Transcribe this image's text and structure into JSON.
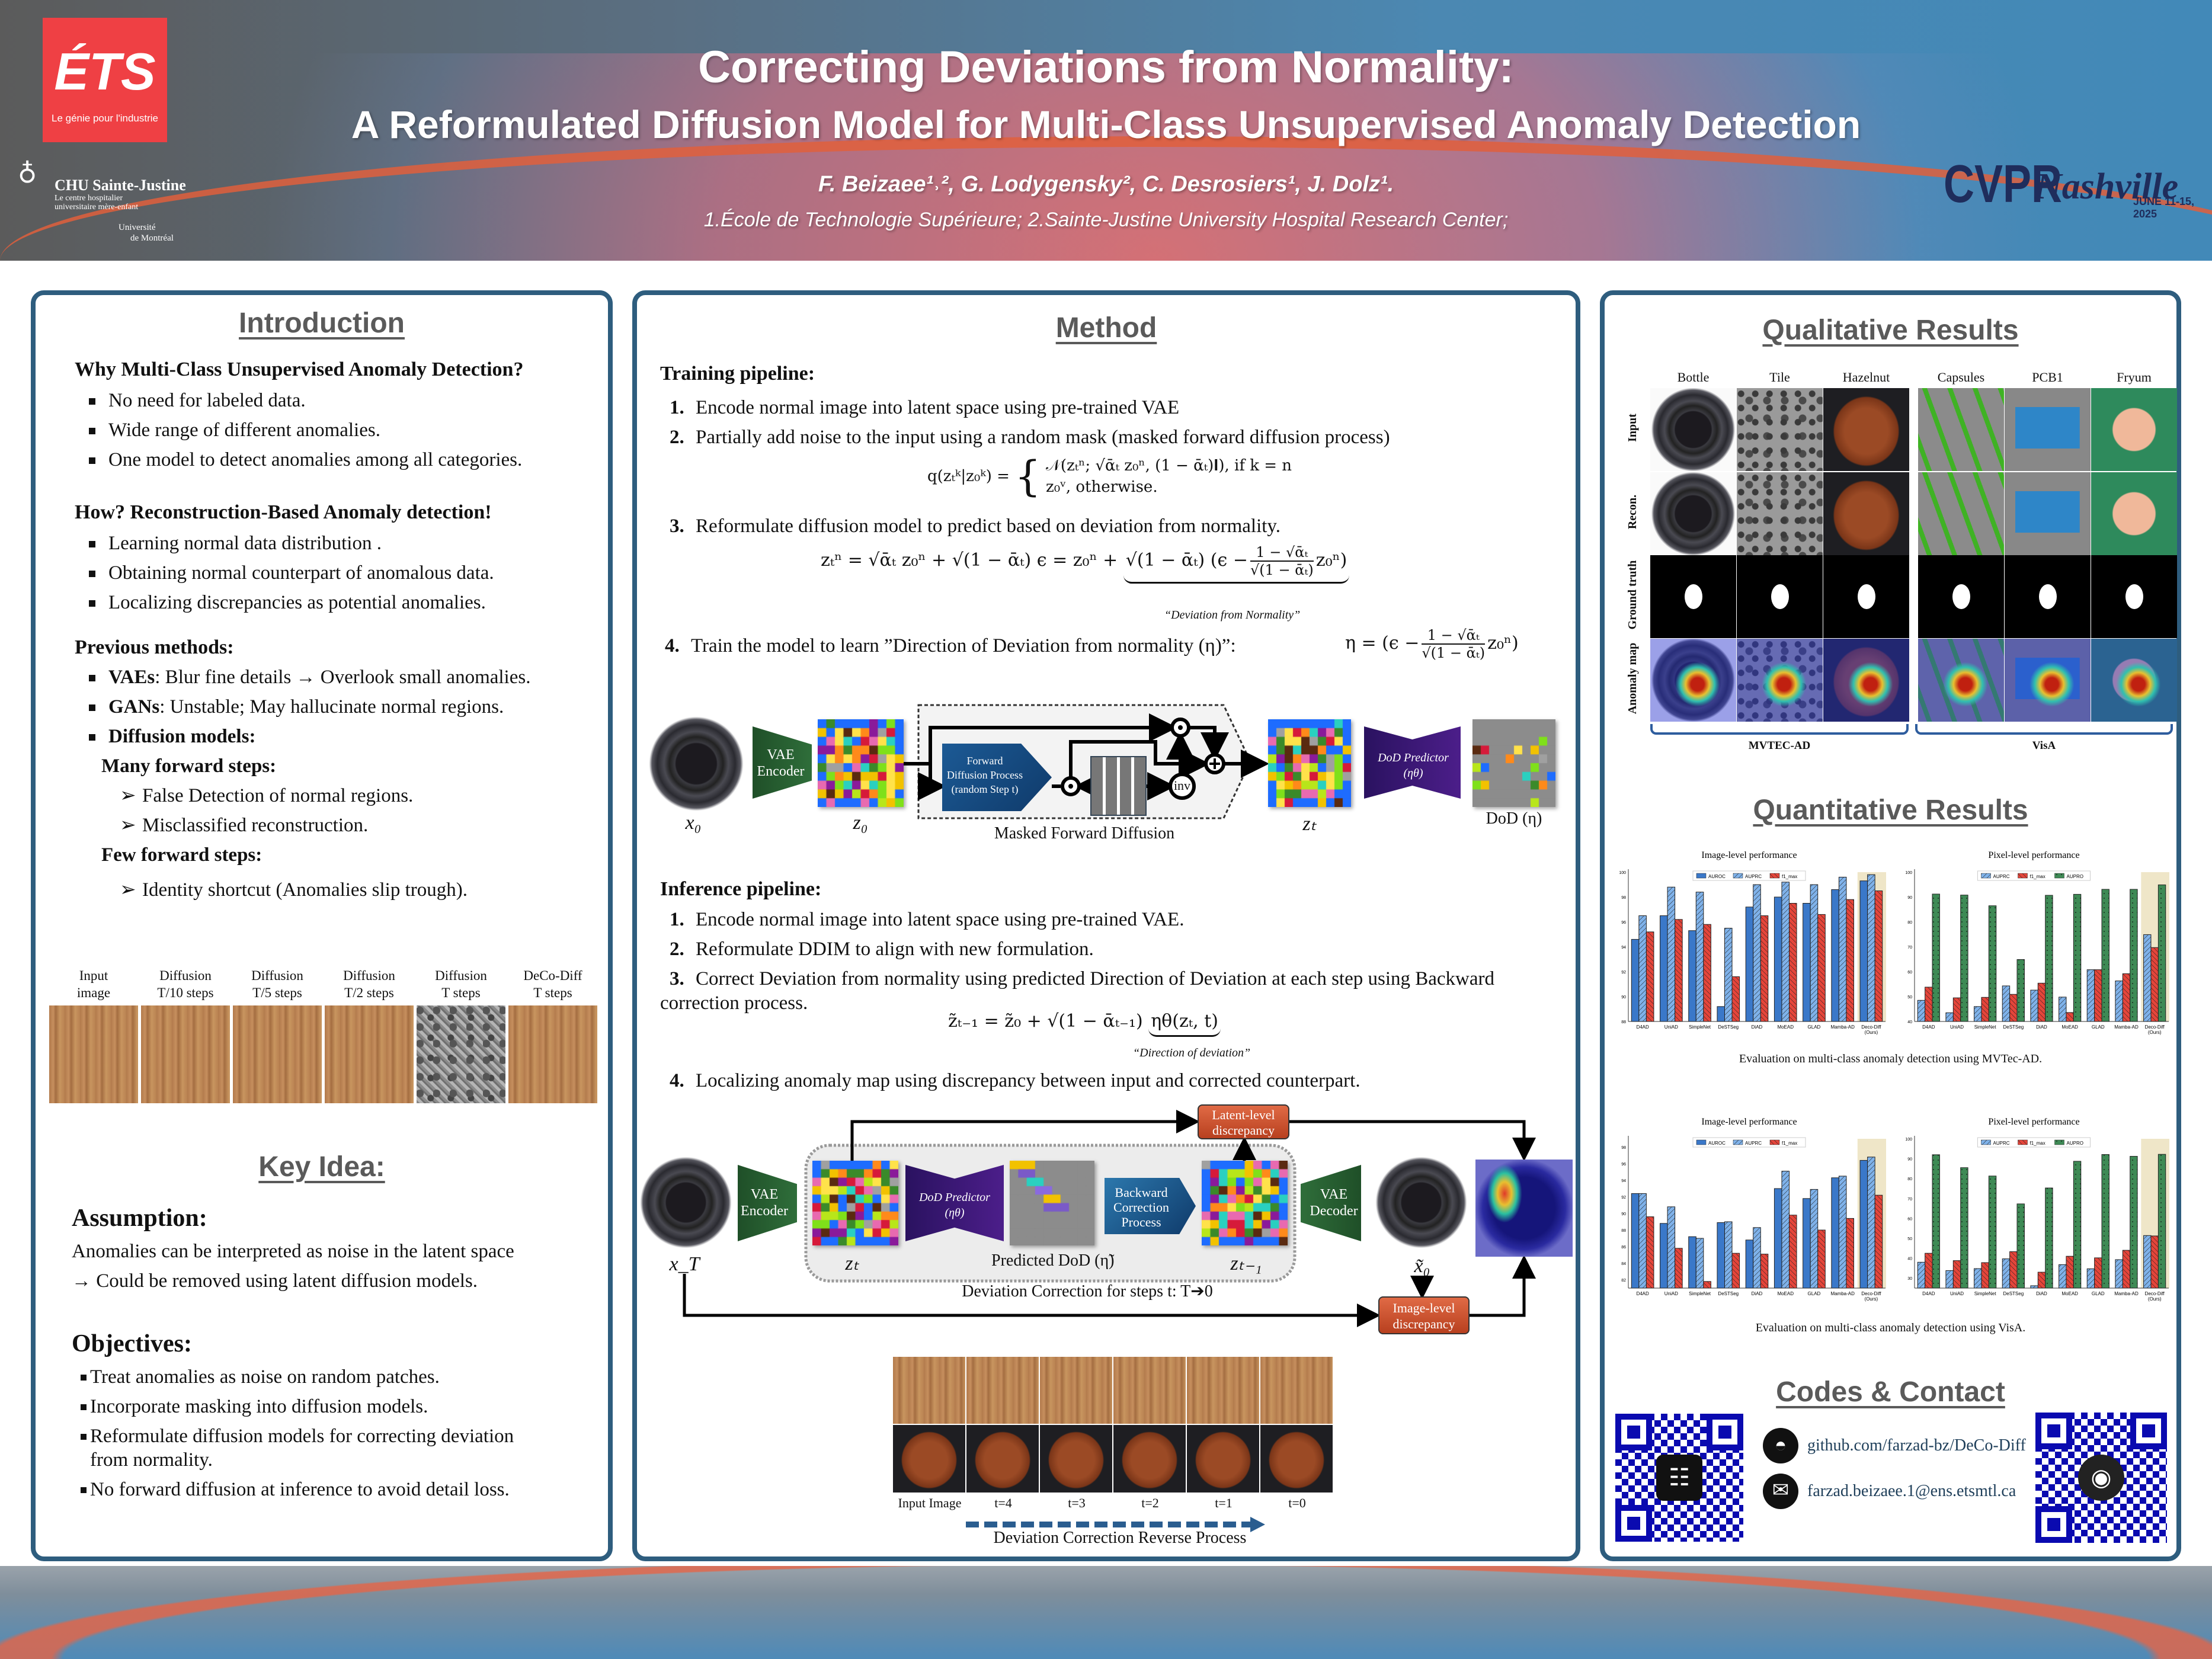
{
  "header": {
    "title_line1": "Correcting Deviations from Normality:",
    "title_line2": "A Reformulated Diffusion Model for Multi-Class Unsupervised Anomaly Detection",
    "authors": "F. Beizaee¹˒², G. Lodygensky², C. Desrosiers¹, J. Dolz¹.",
    "affiliations": "1.École de Technologie Supérieure; 2.Sainte-Justine University Hospital Research Center;",
    "logo_ets": "ÉTS",
    "logo_ets_tagline": "Le génie pour l'industrie",
    "logo_chu": "CHU Sainte-Justine",
    "logo_chu_sub1": "Le centre hospitalier",
    "logo_chu_sub2": "universitaire mère-enfant",
    "logo_udem1": "Université",
    "logo_udem2": "de Montréal",
    "logo_cvpr": "CVPR",
    "logo_cvpr_city": "Nashville",
    "logo_cvpr_dates": "JUNE 11-15, 2025"
  },
  "intro": {
    "title": "Introduction",
    "why_heading": "Why Multi-Class Unsupervised Anomaly Detection?",
    "why_items": [
      "No need for labeled data.",
      "Wide range of different anomalies.",
      "One model to detect anomalies among all categories."
    ],
    "how_heading": "How? Reconstruction-Based Anomaly detection!",
    "how_items": [
      "Learning normal data distribution .",
      "Obtaining normal counterpart of anomalous data.",
      "Localizing discrepancies as potential anomalies."
    ],
    "prev_heading": "Previous methods:",
    "prev_items": [
      {
        "bold": "VAEs",
        "text": ": Blur fine details → Overlook small anomalies."
      },
      {
        "bold": "GANs",
        "text": ": Unstable; May hallucinate normal regions."
      },
      {
        "bold": "Diffusion models:",
        "text": ""
      }
    ],
    "many_heading": "Many forward steps:",
    "many_items": [
      "False Detection of normal regions.",
      "Misclassified reconstruction."
    ],
    "few_heading": "Few forward steps:",
    "few_items": [
      "Identity shortcut (Anomalies slip trough)."
    ],
    "strip_labels": [
      [
        "Input",
        "image"
      ],
      [
        "Diffusion",
        "T/10 steps"
      ],
      [
        "Diffusion",
        "T/5 steps"
      ],
      [
        "Diffusion",
        "T/2 steps"
      ],
      [
        "Diffusion",
        "T steps"
      ],
      [
        "DeCo-Diff",
        "T steps"
      ]
    ]
  },
  "keyidea": {
    "title": "Key Idea:",
    "assumption_heading": "Assumption:",
    "assumption_lines": [
      "Anomalies can be interpreted as noise in the latent space",
      "→ Could be removed using latent diffusion models."
    ],
    "objectives_heading": "Objectives:",
    "objectives": [
      "Treat anomalies as noise on random patches.",
      "Incorporate masking into diffusion models.",
      "Reformulate diffusion models for correcting deviation",
      "from normality.",
      "No forward diffusion at inference to avoid detail loss."
    ]
  },
  "method": {
    "title": "Method",
    "training_heading": "Training pipeline:",
    "training_steps": [
      "Encode normal image into latent space using pre-trained VAE",
      "Partially add noise to the input using a random mask (masked forward diffusion process)",
      "Reformulate diffusion model to predict based on deviation from normality.",
      "Train the model to learn ”Direction of Deviation from normality (η)”:"
    ],
    "eq1": {
      "lhs": "q(zₜᵏ|z₀ᵏ) =",
      "case1": "𝒩(zₜⁿ; √ᾱₜ z₀ⁿ, (1 − ᾱₜ)𝐈),",
      "cond1": "if k = n",
      "case2": "z₀ᵛ,",
      "cond2": "otherwise."
    },
    "eq2": {
      "lhs": "zₜⁿ = √ᾱₜ z₀ⁿ + √(1 − ᾱₜ) ϵ = z₀ⁿ +",
      "sqrt": "√(1 − ᾱₜ) (ϵ −",
      "num": "1 − √ᾱₜ",
      "den": "√(1 − ᾱₜ)",
      "tail": "z₀ⁿ)",
      "brace_label": "“Deviation from Normality”"
    },
    "eq3": {
      "lhs": "η = (ϵ −",
      "num": "1 − √ᾱₜ",
      "den": "√(1 − ᾱₜ)",
      "tail": "z₀ⁿ)"
    },
    "diagram1": {
      "x0": "x₀",
      "vae_encoder": "VAE Encoder",
      "z0": "z₀",
      "forward_block": [
        "Forward",
        "Diffusion Process",
        "(random Step t)"
      ],
      "inv": "inv",
      "zt": "zₜ",
      "dod_predictor": "DoD Predictor (ηθ)",
      "dod_output": "DoD (η)",
      "caption": "Masked Forward Diffusion"
    },
    "inference_heading": "Inference pipeline:",
    "inference_steps": [
      "Encode normal image into latent space using pre-trained VAE.",
      "Reformulate DDIM to align with new formulation.",
      "Correct Deviation from normality using predicted Direction of Deviation at each step using Backward",
      "correction process.",
      "Localizing anomaly map using discrepancy between input and corrected counterpart."
    ],
    "eq4": {
      "lhs": "z̃ₜ₋₁ = z̃₀ + √(1 − ᾱₜ₋₁)",
      "term": "ηθ(zₜ, t)",
      "brace_label": "“Direction of deviation”"
    },
    "diagram2": {
      "xT": "x_T",
      "vae_encoder": "VAE Encoder",
      "zt": "zₜ",
      "dod_predictor": "DoD Predictor (ηθ)",
      "predicted_dod": "Predicted DoD (η̃)",
      "backward": "Backward Correction Process",
      "zt1": "zₜ₋₁",
      "vae_decoder": "VAE Decoder",
      "x0": "x̃₀",
      "latent_disc": "Latent-level discrepancy",
      "image_disc": "Image-level discrepancy",
      "caption": "Deviation Correction for steps t: T➔0"
    },
    "reverse_labels": [
      "Input Image",
      "t=4",
      "t=3",
      "t=2",
      "t=1",
      "t=0"
    ],
    "reverse_caption": "Deviation Correction Reverse Process"
  },
  "qualitative": {
    "title": "Qualitative Results",
    "columns": [
      "Bottle",
      "Tile",
      "Hazelnut",
      "Capsules",
      "PCB1",
      "Fryum"
    ],
    "rows": [
      "Input",
      "Recon.",
      "Ground truth",
      "Anomaly map"
    ],
    "groups": [
      "MVTEC-AD",
      "VisA"
    ]
  },
  "quantitative": {
    "title": "Quantitative Results",
    "captions": [
      "Evaluation on multi-class anomaly detection using MVTec-AD.",
      "Evaluation on multi-class anomaly detection using VisA."
    ]
  },
  "contact": {
    "title": "Codes & Contact",
    "github": "github.com/farzad-bz/DeCo-Diff",
    "email": "farzad.beizaee.1@ens.etsmtl.ca"
  },
  "colors": {
    "auroc": "#3a78c9",
    "auprc": "#7fb2ea",
    "f1_max": "#e5453a",
    "aupro": "#3e8a55",
    "highlight": "#efe6c8",
    "panel_border": "#2e5d7e"
  },
  "chart_data": [
    {
      "type": "bar",
      "title": "Image-level performance",
      "dataset": "MVTec-AD",
      "categories": [
        "D4AD",
        "UniAD",
        "SimpleNet",
        "DeSTSeg",
        "DiAD",
        "MoEAD",
        "GLAD",
        "Mamba-AD",
        "Deco-Diff (Ours)"
      ],
      "series": [
        {
          "name": "AUROC",
          "key": "auroc",
          "fill": "solid",
          "values": [
            94.6,
            96.5,
            95.3,
            89.2,
            97.2,
            98.0,
            97.5,
            98.6,
            99.3
          ]
        },
        {
          "name": "AUPRC",
          "key": "auprc",
          "fill": "hatch",
          "values": [
            96.5,
            98.8,
            98.4,
            95.5,
            99.0,
            99.2,
            99.0,
            99.6,
            99.8
          ]
        },
        {
          "name": "f1_max",
          "key": "f1_max",
          "fill": "hatch",
          "values": [
            95.2,
            96.2,
            95.8,
            91.6,
            96.5,
            97.5,
            96.6,
            97.8,
            98.5
          ]
        }
      ],
      "ylim": [
        88,
        100
      ],
      "yticks": [
        88,
        90,
        92,
        94,
        96,
        98,
        100
      ],
      "highlight": "Deco-Diff (Ours)",
      "legend": "top"
    },
    {
      "type": "bar",
      "title": "Pixel-level performance",
      "dataset": "MVTec-AD",
      "categories": [
        "D4AD",
        "UniAD",
        "SimpleNet",
        "DeSTSeg",
        "DiAD",
        "MoEAD",
        "GLAD",
        "Mamba-AD",
        "Deco-Diff (Ours)"
      ],
      "series": [
        {
          "name": "AUPRC",
          "key": "auprc",
          "fill": "hatch",
          "values": [
            48.5,
            43.5,
            46.0,
            54.3,
            52.6,
            49.8,
            60.8,
            56.3,
            74.9
          ]
        },
        {
          "name": "f1_max",
          "key": "f1_max",
          "fill": "hatch",
          "values": [
            53.8,
            49.5,
            49.7,
            50.9,
            55.4,
            43.6,
            60.8,
            59.2,
            69.7
          ]
        },
        {
          "name": "AUPRO",
          "key": "aupro",
          "fill": "dots",
          "values": [
            91.2,
            90.8,
            86.5,
            64.9,
            90.7,
            91.1,
            93.1,
            93.1,
            94.9
          ]
        }
      ],
      "ylim": [
        40,
        100
      ],
      "yticks": [
        40,
        50,
        60,
        70,
        80,
        90,
        100
      ],
      "highlight": "Deco-Diff (Ours)",
      "legend": "top"
    },
    {
      "type": "bar",
      "title": "Image-level performance",
      "dataset": "VisA",
      "categories": [
        "D4AD",
        "UniAD",
        "SimpleNet",
        "DeSTSeg",
        "DiAD",
        "MoEAD",
        "GLAD",
        "Mamba-AD",
        "Deco-Diff (Ours)"
      ],
      "series": [
        {
          "name": "AUROC",
          "key": "auroc",
          "fill": "solid",
          "values": [
            92.4,
            88.8,
            87.2,
            88.9,
            86.8,
            93.0,
            91.8,
            94.3,
            96.4
          ]
        },
        {
          "name": "AUPRC",
          "key": "auprc",
          "fill": "hatch",
          "values": [
            92.4,
            90.8,
            87.0,
            89.0,
            88.3,
            95.1,
            92.9,
            94.5,
            96.8
          ]
        },
        {
          "name": "f1_max",
          "key": "f1_max",
          "fill": "hatch",
          "values": [
            89.6,
            85.8,
            81.8,
            85.2,
            85.1,
            89.8,
            88.0,
            89.4,
            92.2
          ]
        }
      ],
      "ylim": [
        81,
        99
      ],
      "yticks": [
        82,
        84,
        86,
        88,
        90,
        92,
        94,
        96,
        98
      ],
      "highlight": "Deco-Diff (Ours)",
      "legend": "top"
    },
    {
      "type": "bar",
      "title": "Pixel-level performance",
      "dataset": "VisA",
      "categories": [
        "D4AD",
        "UniAD",
        "SimpleNet",
        "DeSTSeg",
        "DiAD",
        "MoEAD",
        "GLAD",
        "Mamba-AD",
        "Deco-Diff (Ours)"
      ],
      "series": [
        {
          "name": "AUPRC",
          "key": "auprc",
          "fill": "hatch",
          "values": [
            38.0,
            33.8,
            34.8,
            39.7,
            26.2,
            36.8,
            34.7,
            39.3,
            51.4
          ]
        },
        {
          "name": "f1_max",
          "key": "f1_max",
          "fill": "hatch",
          "values": [
            42.5,
            38.8,
            37.8,
            43.3,
            33.0,
            41.0,
            40.2,
            44.0,
            51.2
          ]
        },
        {
          "name": "AUPRO",
          "key": "aupro",
          "fill": "dots",
          "values": [
            92.0,
            85.5,
            81.3,
            67.3,
            75.3,
            88.7,
            92.1,
            91.2,
            92.2
          ]
        }
      ],
      "ylim": [
        25,
        100
      ],
      "yticks": [
        30,
        40,
        50,
        60,
        70,
        80,
        90,
        100
      ],
      "highlight": "Deco-Diff (Ours)",
      "legend": "top"
    }
  ]
}
